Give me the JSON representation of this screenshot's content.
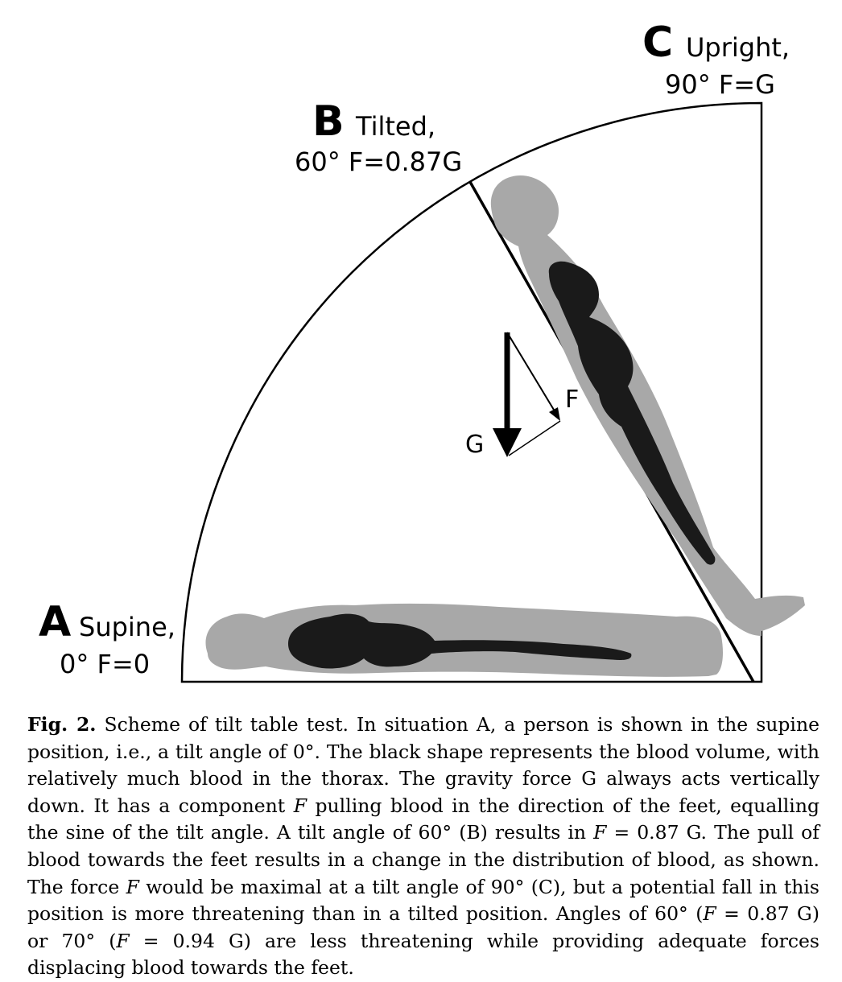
{
  "figure": {
    "label_a_letter": "A",
    "label_a_name": "Supine,",
    "label_a_value": "0° F=0",
    "label_b_letter": "B",
    "label_b_name": "Tilted,",
    "label_b_value": "60° F=0.87G",
    "label_c_letter": "C",
    "label_c_name": "Upright,",
    "label_c_value": "90° F=G",
    "force_g": "G",
    "force_f": "F",
    "body_color": "#a8a8a8",
    "blood_color": "#1a1a1a"
  },
  "caption": {
    "fig_label": "Fig. 2.",
    "s1": " Scheme of tilt table test. In situation A, a person is shown in the supine position, i.e., a tilt angle of 0°. The black shape represents the blood volume, with relatively much blood in the thorax. The gravity force G always acts vertically down. It has a component ",
    "f1": "F",
    "s2": " pulling blood in the direction of the feet, equalling the sine of the tilt angle. A tilt angle of 60° (B) results in ",
    "f2": "F",
    "s3": " = 0.87 G. The pull of blood towards the feet results in a change in the distribution of blood, as shown. The force ",
    "f3": "F",
    "s4": " would be maximal at a tilt angle of 90° (C), but a potential fall in this position is more threatening than in a tilted position. Angles of 60° (",
    "f4": "F",
    "s5": " = 0.87 G) or 70° (",
    "f5": "F",
    "s6": " = 0.94 G) are less threatening while providing adequate forces displacing blood towards the feet."
  }
}
